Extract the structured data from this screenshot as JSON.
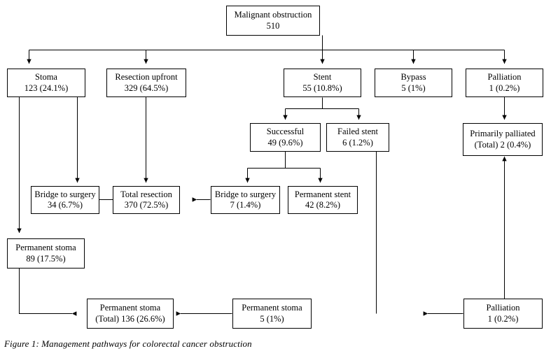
{
  "figure": {
    "caption": "Figure 1: Management pathways for colorectal cancer obstruction",
    "colors": {
      "stroke": "#000000",
      "background": "#ffffff",
      "text": "#000000"
    }
  },
  "nodes": {
    "malignant_obstruction": {
      "label": "Malignant obstruction",
      "value": "510"
    },
    "stoma": {
      "label": "Stoma",
      "value": "123 (24.1%)"
    },
    "resection_upfront": {
      "label": "Resection upfront",
      "value": "329 (64.5%)"
    },
    "stent": {
      "label": "Stent",
      "value": "55 (10.8%)"
    },
    "bypass": {
      "label": "Bypass",
      "value": "5 (1%)"
    },
    "palliation_top": {
      "label": "Palliation",
      "value": "1 (0.2%)"
    },
    "successful": {
      "label": "Successful",
      "value": "49 (9.6%)"
    },
    "failed_stent": {
      "label": "Failed stent",
      "value": "6 (1.2%)"
    },
    "primarily_palliated": {
      "label": "Primarily palliated",
      "value": "(Total) 2 (0.4%)"
    },
    "bridge_to_surgery_stoma": {
      "label": "Bridge to surgery",
      "value": "34 (6.7%)"
    },
    "total_resection": {
      "label": "Total resection",
      "value": "370 (72.5%)"
    },
    "bridge_to_surgery_stent": {
      "label": "Bridge to surgery",
      "value": "7 (1.4%)"
    },
    "permanent_stent": {
      "label": "Permanent stent",
      "value": "42 (8.2%)"
    },
    "permanent_stoma_89": {
      "label": "Permanent stoma",
      "value": "89 (17.5%)"
    },
    "permanent_stoma_total": {
      "label": "Permanent stoma",
      "value": "(Total) 136 (26.6%)"
    },
    "permanent_stoma_5": {
      "label": "Permanent stoma",
      "value": "5 (1%)"
    },
    "palliation_bottom": {
      "label": "Palliation",
      "value": "1 (0.2%)"
    }
  },
  "chart_data": {
    "type": "diagram",
    "title": "Management pathways for colorectal cancer obstruction",
    "total": 510,
    "nodes": [
      {
        "id": "malignant_obstruction",
        "label": "Malignant obstruction",
        "count": 510,
        "percent": null,
        "level": 0
      },
      {
        "id": "stoma",
        "label": "Stoma",
        "count": 123,
        "percent": 24.1,
        "level": 1
      },
      {
        "id": "resection_upfront",
        "label": "Resection upfront",
        "count": 329,
        "percent": 64.5,
        "level": 1
      },
      {
        "id": "stent",
        "label": "Stent",
        "count": 55,
        "percent": 10.8,
        "level": 1
      },
      {
        "id": "bypass",
        "label": "Bypass",
        "count": 5,
        "percent": 1,
        "level": 1
      },
      {
        "id": "palliation_top",
        "label": "Palliation",
        "count": 1,
        "percent": 0.2,
        "level": 1
      },
      {
        "id": "successful",
        "label": "Successful",
        "count": 49,
        "percent": 9.6,
        "level": 2
      },
      {
        "id": "failed_stent",
        "label": "Failed stent",
        "count": 6,
        "percent": 1.2,
        "level": 2
      },
      {
        "id": "primarily_palliated",
        "label": "Primarily palliated (Total)",
        "count": 2,
        "percent": 0.4,
        "level": 2
      },
      {
        "id": "bridge_to_surgery_stoma",
        "label": "Bridge to surgery",
        "count": 34,
        "percent": 6.7,
        "level": 3
      },
      {
        "id": "total_resection",
        "label": "Total resection",
        "count": 370,
        "percent": 72.5,
        "level": 3
      },
      {
        "id": "bridge_to_surgery_stent",
        "label": "Bridge to surgery",
        "count": 7,
        "percent": 1.4,
        "level": 3
      },
      {
        "id": "permanent_stent",
        "label": "Permanent stent",
        "count": 42,
        "percent": 8.2,
        "level": 3
      },
      {
        "id": "permanent_stoma_89",
        "label": "Permanent stoma",
        "count": 89,
        "percent": 17.5,
        "level": 4
      },
      {
        "id": "permanent_stoma_total",
        "label": "Permanent stoma (Total)",
        "count": 136,
        "percent": 26.6,
        "level": 5
      },
      {
        "id": "permanent_stoma_5",
        "label": "Permanent stoma",
        "count": 5,
        "percent": 1,
        "level": 5
      },
      {
        "id": "palliation_bottom",
        "label": "Palliation",
        "count": 1,
        "percent": 0.2,
        "level": 5
      }
    ],
    "edges": [
      {
        "from": "malignant_obstruction",
        "to": "stoma"
      },
      {
        "from": "malignant_obstruction",
        "to": "resection_upfront"
      },
      {
        "from": "malignant_obstruction",
        "to": "stent"
      },
      {
        "from": "malignant_obstruction",
        "to": "bypass"
      },
      {
        "from": "malignant_obstruction",
        "to": "palliation_top"
      },
      {
        "from": "stoma",
        "to": "bridge_to_surgery_stoma"
      },
      {
        "from": "stoma",
        "to": "permanent_stoma_89"
      },
      {
        "from": "resection_upfront",
        "to": "total_resection"
      },
      {
        "from": "stent",
        "to": "successful"
      },
      {
        "from": "stent",
        "to": "failed_stent"
      },
      {
        "from": "successful",
        "to": "bridge_to_surgery_stent"
      },
      {
        "from": "successful",
        "to": "permanent_stent"
      },
      {
        "from": "bridge_to_surgery_stoma",
        "to": "total_resection"
      },
      {
        "from": "bridge_to_surgery_stent",
        "to": "total_resection"
      },
      {
        "from": "palliation_top",
        "to": "primarily_palliated"
      },
      {
        "from": "palliation_bottom",
        "to": "primarily_palliated"
      },
      {
        "from": "failed_stent",
        "to": "permanent_stoma_total"
      },
      {
        "from": "permanent_stoma_89",
        "to": "permanent_stoma_total"
      },
      {
        "from": "permanent_stoma_5",
        "to": "permanent_stoma_total"
      },
      {
        "from": "palliation_bottom",
        "to": "permanent_stoma_5"
      }
    ]
  }
}
